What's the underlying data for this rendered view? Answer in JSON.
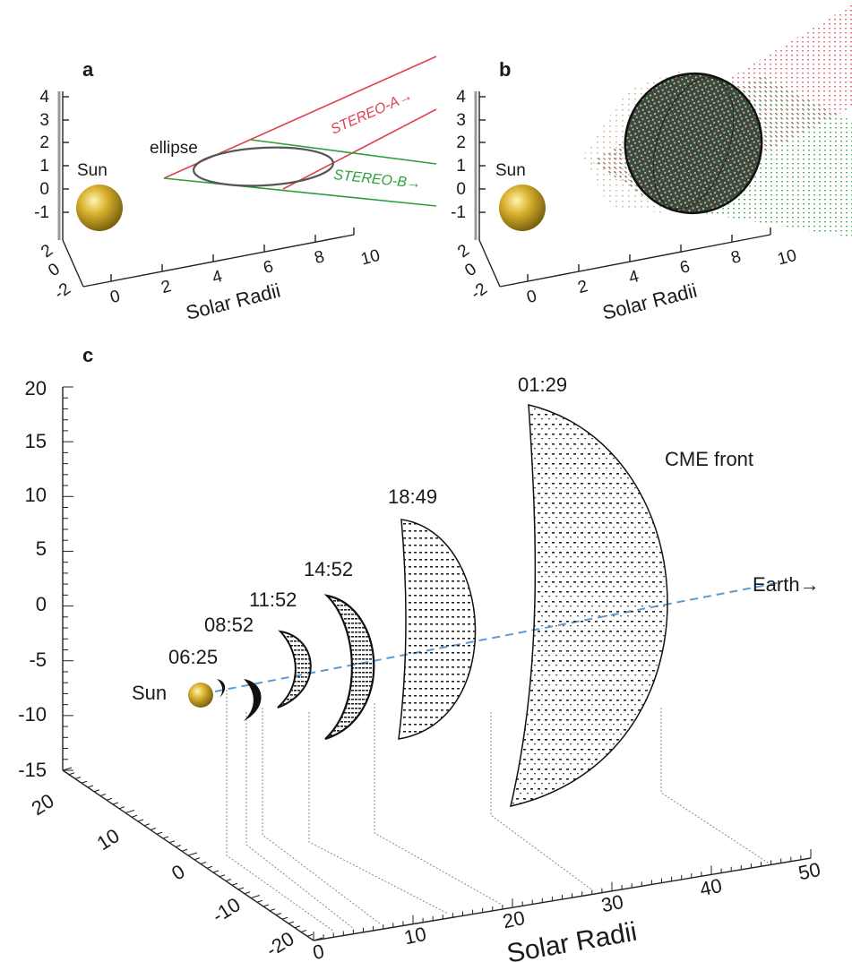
{
  "panels": {
    "a": {
      "label": "a",
      "z_ticks": [
        "4",
        "3",
        "2",
        "1",
        "0",
        "-1"
      ],
      "y_ticks": [
        "2",
        "0",
        "-2"
      ],
      "x_ticks": [
        "0",
        "2",
        "4",
        "6",
        "8",
        "10"
      ],
      "x_axis_label": "Solar Radii",
      "sun_label": "Sun",
      "ellipse_label": "ellipse",
      "stereo_a_label": "STEREO-A→",
      "stereo_b_label": "STEREO-B→",
      "colors": {
        "stereo_a": "#e0404a",
        "stereo_b": "#2f9e3a",
        "sun": "#c9a21f"
      }
    },
    "b": {
      "label": "b",
      "z_ticks": [
        "4",
        "3",
        "2",
        "1",
        "0",
        "-1"
      ],
      "y_ticks": [
        "2",
        "0",
        "-2"
      ],
      "x_ticks": [
        "0",
        "2",
        "4",
        "6",
        "8",
        "10"
      ],
      "x_axis_label": "Solar Radii",
      "sun_label": "Sun"
    },
    "c": {
      "label": "c",
      "z_ticks": [
        "20",
        "15",
        "10",
        "5",
        "0",
        "-5",
        "-10",
        "-15"
      ],
      "y_ticks": [
        "20",
        "10",
        "0",
        "-10",
        "-20"
      ],
      "x_ticks": [
        "0",
        "10",
        "20",
        "30",
        "40",
        "50"
      ],
      "x_axis_label": "Solar Radii",
      "sun_label": "Sun",
      "earth_label": "Earth→",
      "cme_label": "CME front",
      "fronts": [
        {
          "time": "06:25"
        },
        {
          "time": "08:52"
        },
        {
          "time": "11:52"
        },
        {
          "time": "14:52"
        },
        {
          "time": "18:49"
        },
        {
          "time": "01:29"
        }
      ],
      "colors": {
        "earth_line": "#5b9bd5",
        "sun": "#c9a21f"
      }
    }
  }
}
